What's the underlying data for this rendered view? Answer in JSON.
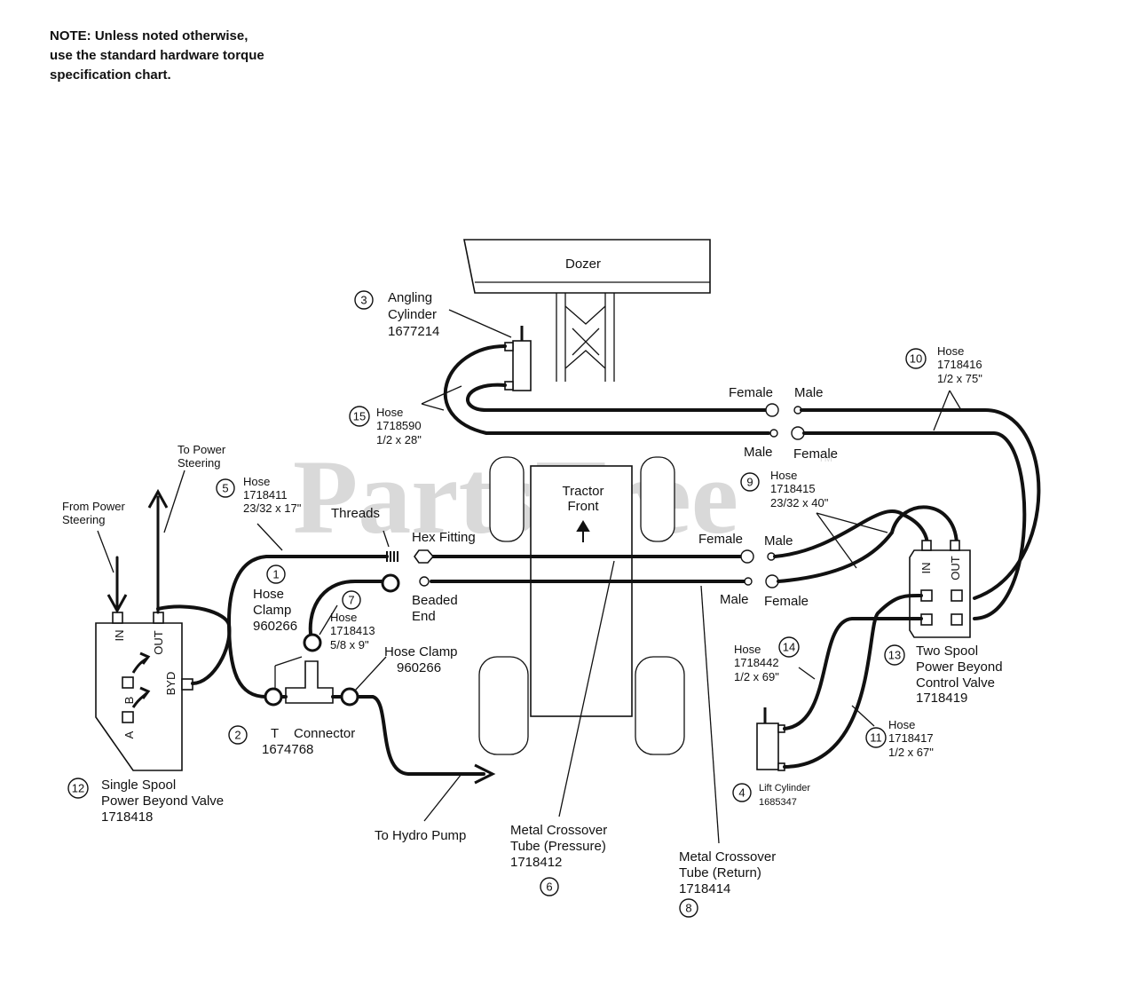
{
  "note": {
    "line1": "NOTE: Unless noted otherwise,",
    "line2": "use the standard hardware torque",
    "line3": "specification chart."
  },
  "watermark": {
    "text": "PartsTree",
    "trademark": "TM"
  },
  "dozer": {
    "label": "Dozer"
  },
  "tractor": {
    "line1": "Tractor",
    "line2": "Front"
  },
  "callouts": [
    {
      "num": "1",
      "lines": [
        "Hose",
        "Clamp",
        "960266"
      ]
    },
    {
      "num": "2",
      "lines": [
        "T",
        "Connector",
        "1674768"
      ]
    },
    {
      "num": "3",
      "lines": [
        "Angling",
        "Cylinder",
        "1677214"
      ]
    },
    {
      "num": "4",
      "lines": [
        "Lift Cylinder",
        "1685347"
      ]
    },
    {
      "num": "5",
      "lines": [
        "Hose",
        "1718411",
        "23/32 x 17\""
      ]
    },
    {
      "num": "6",
      "lines": [
        "Metal Crossover",
        "Tube (Pressure)",
        "1718412"
      ]
    },
    {
      "num": "7",
      "lines": [
        "Hose",
        "1718413",
        "5/8 x 9\""
      ]
    },
    {
      "num": "8",
      "lines": [
        "Metal Crossover",
        "Tube (Return)",
        "1718414"
      ]
    },
    {
      "num": "9",
      "lines": [
        "Hose",
        "1718415",
        "23/32 x 40\""
      ]
    },
    {
      "num": "10",
      "lines": [
        "Hose",
        "1718416",
        "1/2 x 75\""
      ]
    },
    {
      "num": "11",
      "lines": [
        "Hose",
        "1718417",
        "1/2 x 67\""
      ]
    },
    {
      "num": "12",
      "lines": [
        "Single Spool",
        "Power Beyond Valve",
        "1718418"
      ]
    },
    {
      "num": "13",
      "lines": [
        "Two Spool",
        "Power Beyond",
        "Control Valve",
        "1718419"
      ]
    },
    {
      "num": "14",
      "lines": [
        "Hose",
        "1718442",
        "1/2 x 69\""
      ]
    },
    {
      "num": "15",
      "lines": [
        "Hose",
        "1718590",
        "1/2 x 28\""
      ]
    }
  ],
  "labels": {
    "threads": "Threads",
    "hex_fitting": "Hex Fitting",
    "beaded_end1": "Beaded",
    "beaded_end2": "End",
    "hose_clamp2_1": "Hose Clamp",
    "hose_clamp2_2": "960266",
    "to_power_steering1": "To Power",
    "to_power_steering2": "Steering",
    "from_power_steering1": "From Power",
    "from_power_steering2": "Steering",
    "to_hydro_pump": "To Hydro Pump",
    "female": "Female",
    "male": "Male"
  },
  "valve_single": {
    "in": "IN",
    "out": "OUT",
    "byd": "BYD",
    "a": "A",
    "b": "B"
  },
  "valve_two": {
    "in": "IN",
    "out": "OUT"
  }
}
